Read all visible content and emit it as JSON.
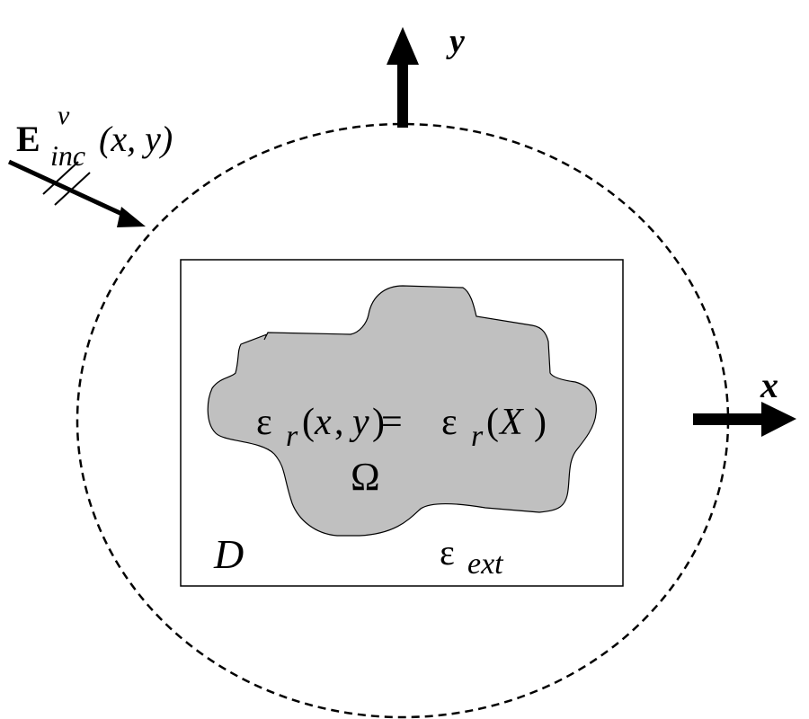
{
  "diagram": {
    "title": "Inverse scattering geometry",
    "colors": {
      "background": "#ffffff",
      "stroke": "#000000",
      "scatterer_fill": "#c0c0c0"
    },
    "labels": {
      "y_axis": "y",
      "x_axis": "x",
      "incident_field": {
        "symbol": "E",
        "superscript": "v",
        "subscript": "inc",
        "args": "(x, y)"
      },
      "permittivity_eq": {
        "lhs_symbol": "ε",
        "lhs_sub": "r",
        "lhs_args_open": "(",
        "lhs_args_x": "x",
        "lhs_args_comma": ", ",
        "lhs_args_y": "y",
        "lhs_args_close": ")",
        "equals": " = ",
        "rhs_symbol": "ε",
        "rhs_sub": "r",
        "rhs_open": "(",
        "rhs_arg": "X",
        "rhs_close": ")"
      },
      "scatterer_region": "Ω",
      "domain_label": "D",
      "exterior_permittivity": {
        "symbol": "ε",
        "subscript": "ext"
      }
    },
    "elements": {
      "observation_circle": "dashed circle (measurement domain)",
      "investigation_domain": "rectangle D",
      "scatterer": "gray region Ω",
      "incident_wave_arrow": "arrow with polarization hash marks",
      "x_axis_arrow": "arrow pointing right",
      "y_axis_arrow": "arrow pointing up"
    }
  }
}
